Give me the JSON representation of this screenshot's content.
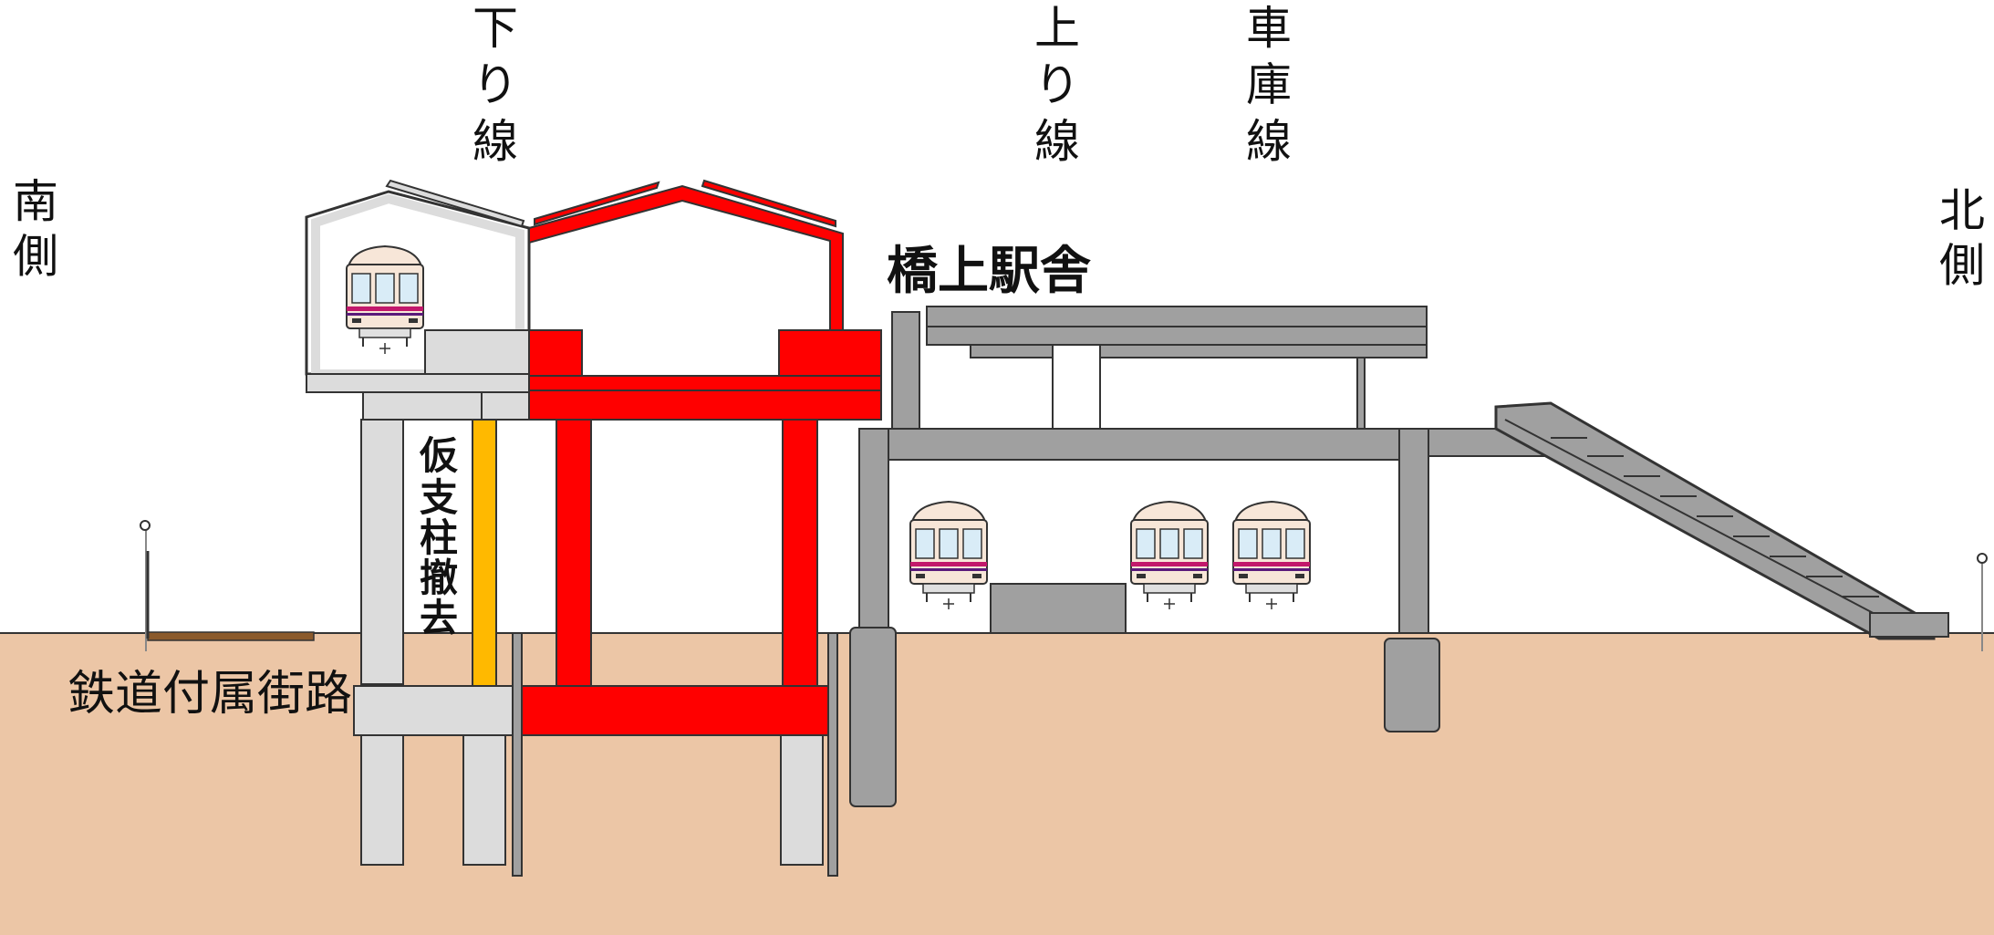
{
  "labels": {
    "south": "南側",
    "north": "北側",
    "down_line": "下り線",
    "up_line": "上り線",
    "depot_line": "車庫線",
    "station_building": "橋上駅舎",
    "temp_column_removal": "仮支柱撤去",
    "railway_street": "鉄道付属街路"
  },
  "colors": {
    "ground": "#ecc6a6",
    "existing_structure": "#dcdcdc",
    "new_structure": "#ff0000",
    "station_building": "#a0a0a0",
    "temporary_column": "#ffb900",
    "street": "#8b5a2b",
    "train_body": "#f7e6d8",
    "train_stripe": "#c2186b"
  },
  "trains": [
    {
      "track": "down_line"
    },
    {
      "track": "lower_left"
    },
    {
      "track": "up_line"
    },
    {
      "track": "depot_line"
    }
  ]
}
